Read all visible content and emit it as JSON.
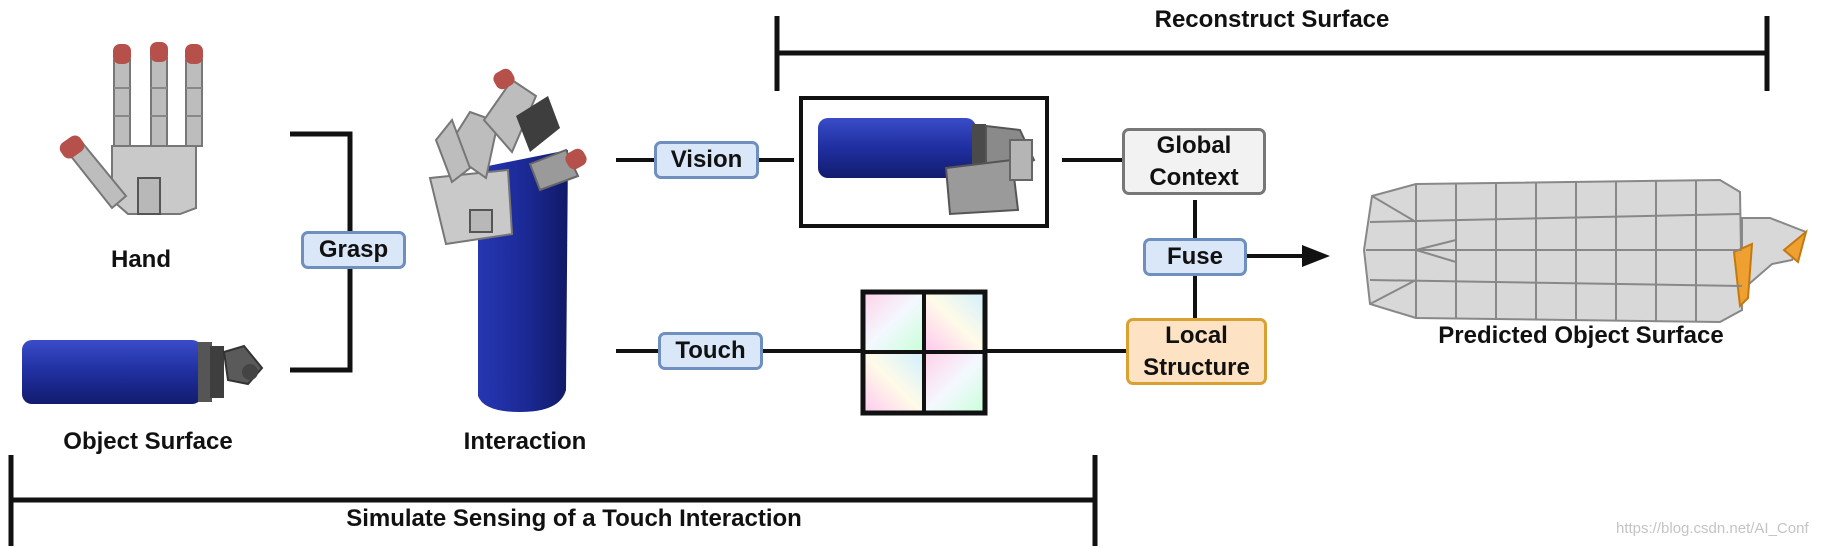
{
  "title": "Reconstruct Surface",
  "footer": "Simulate Sensing of a Touch Interaction",
  "labels": {
    "hand": "Hand",
    "object_surface": "Object Surface",
    "interaction": "Interaction",
    "predicted": "Predicted Object Surface"
  },
  "boxes": {
    "grasp": "Grasp",
    "vision": "Vision",
    "touch": "Touch",
    "global_1": "Global",
    "global_2": "Context",
    "fuse": "Fuse",
    "local_1": "Local",
    "local_2": "Structure"
  },
  "watermark": "https://blog.csdn.net/AI_Conf",
  "colors": {
    "blue_box_fill": "#d9e7f8",
    "blue_box_border": "#6f8fbf",
    "gray_box_fill": "#f2f2f2",
    "gray_box_border": "#777777",
    "orange_box_fill": "#fde3c4",
    "orange_box_border": "#d9a032",
    "object_blue": "#1f2fa0",
    "finger_tip": "#b5504a",
    "mesh_gray": "#d8d8d8",
    "mesh_orange": "#f0a030"
  },
  "icons": [
    "robot-hand-icon",
    "bottle-icon",
    "grasp-interaction-icon",
    "camera-view-icon",
    "touch-sensor-grid-icon",
    "mesh-surface-icon",
    "arrow-right-icon"
  ]
}
